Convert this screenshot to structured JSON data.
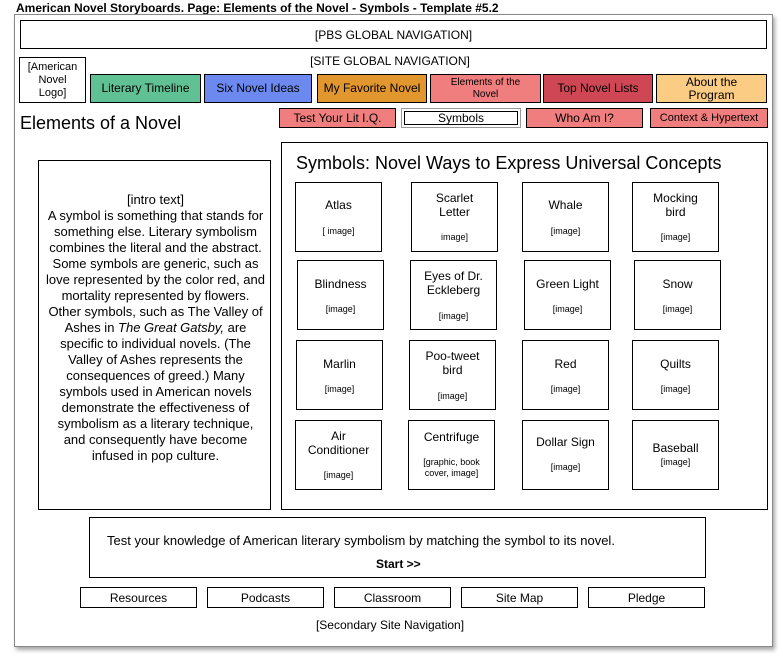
{
  "page_title": "American Novel Storyboards. Page: Elements of the Novel - Symbols - Template #5.2",
  "pbs_nav": "[PBS GLOBAL NAVIGATION]",
  "site_nav_label": "[SITE GLOBAL NAVIGATION]",
  "logo": {
    "line1": "[American",
    "line2": "Novel",
    "line3": "Logo]"
  },
  "main_nav": [
    {
      "label": "Literary Timeline",
      "color": "#5fc194"
    },
    {
      "label": "Six Novel Ideas",
      "color": "#6b89ef"
    },
    {
      "label": "My Favorite Novel",
      "color": "#e1962e"
    },
    {
      "label": "Elements of the Novel",
      "color": "#f17e7e"
    },
    {
      "label": "Top Novel Lists",
      "color": "#cf4755"
    },
    {
      "label": "About the Program",
      "color": "#fbcc84"
    }
  ],
  "section_heading": "Elements of a Novel",
  "sub_nav": [
    {
      "label": "Test Your Lit I.Q.",
      "color": "#f17e7e"
    },
    {
      "label": "Symbols",
      "color": "#ffffff"
    },
    {
      "label": "Who Am I?",
      "color": "#f17e7e"
    },
    {
      "label": "Context & Hypertext",
      "color": "#f17e7e"
    }
  ],
  "intro": {
    "label": "[intro text]",
    "part1": "A symbol is something that stands for something else.  Literary symbolism combines the literal and the abstract.  Some symbols are generic, such as love represented by the color red, and mortality represented by flowers.  Other symbols, such as The Valley of Ashes in ",
    "italic": "The Great Gatsby,",
    "part2": " are specific to individual novels.  (The Valley of Ashes represents the consequences of greed.)  Many symbols used in American novels demonstrate the effectiveness of symbolism as a literary technique, and consequently have become infused in pop culture."
  },
  "symbols_heading": "Symbols: Novel Ways to Express Universal Concepts",
  "symbols": [
    {
      "name": "Atlas",
      "image": "[ image]"
    },
    {
      "name": "Scarlet Letter",
      "image": "image]"
    },
    {
      "name": "Whale",
      "image": "[image]"
    },
    {
      "name": "Mocking bird",
      "image": "[image]"
    },
    {
      "name": "Blindness",
      "image": "[image]"
    },
    {
      "name": "Eyes of Dr. Eckleberg",
      "image": "[image]"
    },
    {
      "name": "Green Light",
      "image": "[image]"
    },
    {
      "name": "Snow",
      "image": "[image]"
    },
    {
      "name": "Marlin",
      "image": "[image]"
    },
    {
      "name": "Poo-tweet bird",
      "image": "[image]"
    },
    {
      "name": "Red",
      "image": "[image]"
    },
    {
      "name": "Quilts",
      "image": "[image]"
    },
    {
      "name": "Air Conditioner",
      "image": "[image]"
    },
    {
      "name": "Centrifuge",
      "image": "[graphic, book cover, image]"
    },
    {
      "name": "Dollar Sign",
      "image": "[image]"
    },
    {
      "name": "Baseball",
      "image": "[image]"
    }
  ],
  "quiz": {
    "text": "Test your knowledge of American literary symbolism by matching the symbol to its novel.",
    "start": "Start >>"
  },
  "footer_nav": [
    "Resources",
    "Podcasts",
    "Classroom",
    "Site Map",
    "Pledge"
  ],
  "secondary_nav": "[Secondary Site Navigation]"
}
